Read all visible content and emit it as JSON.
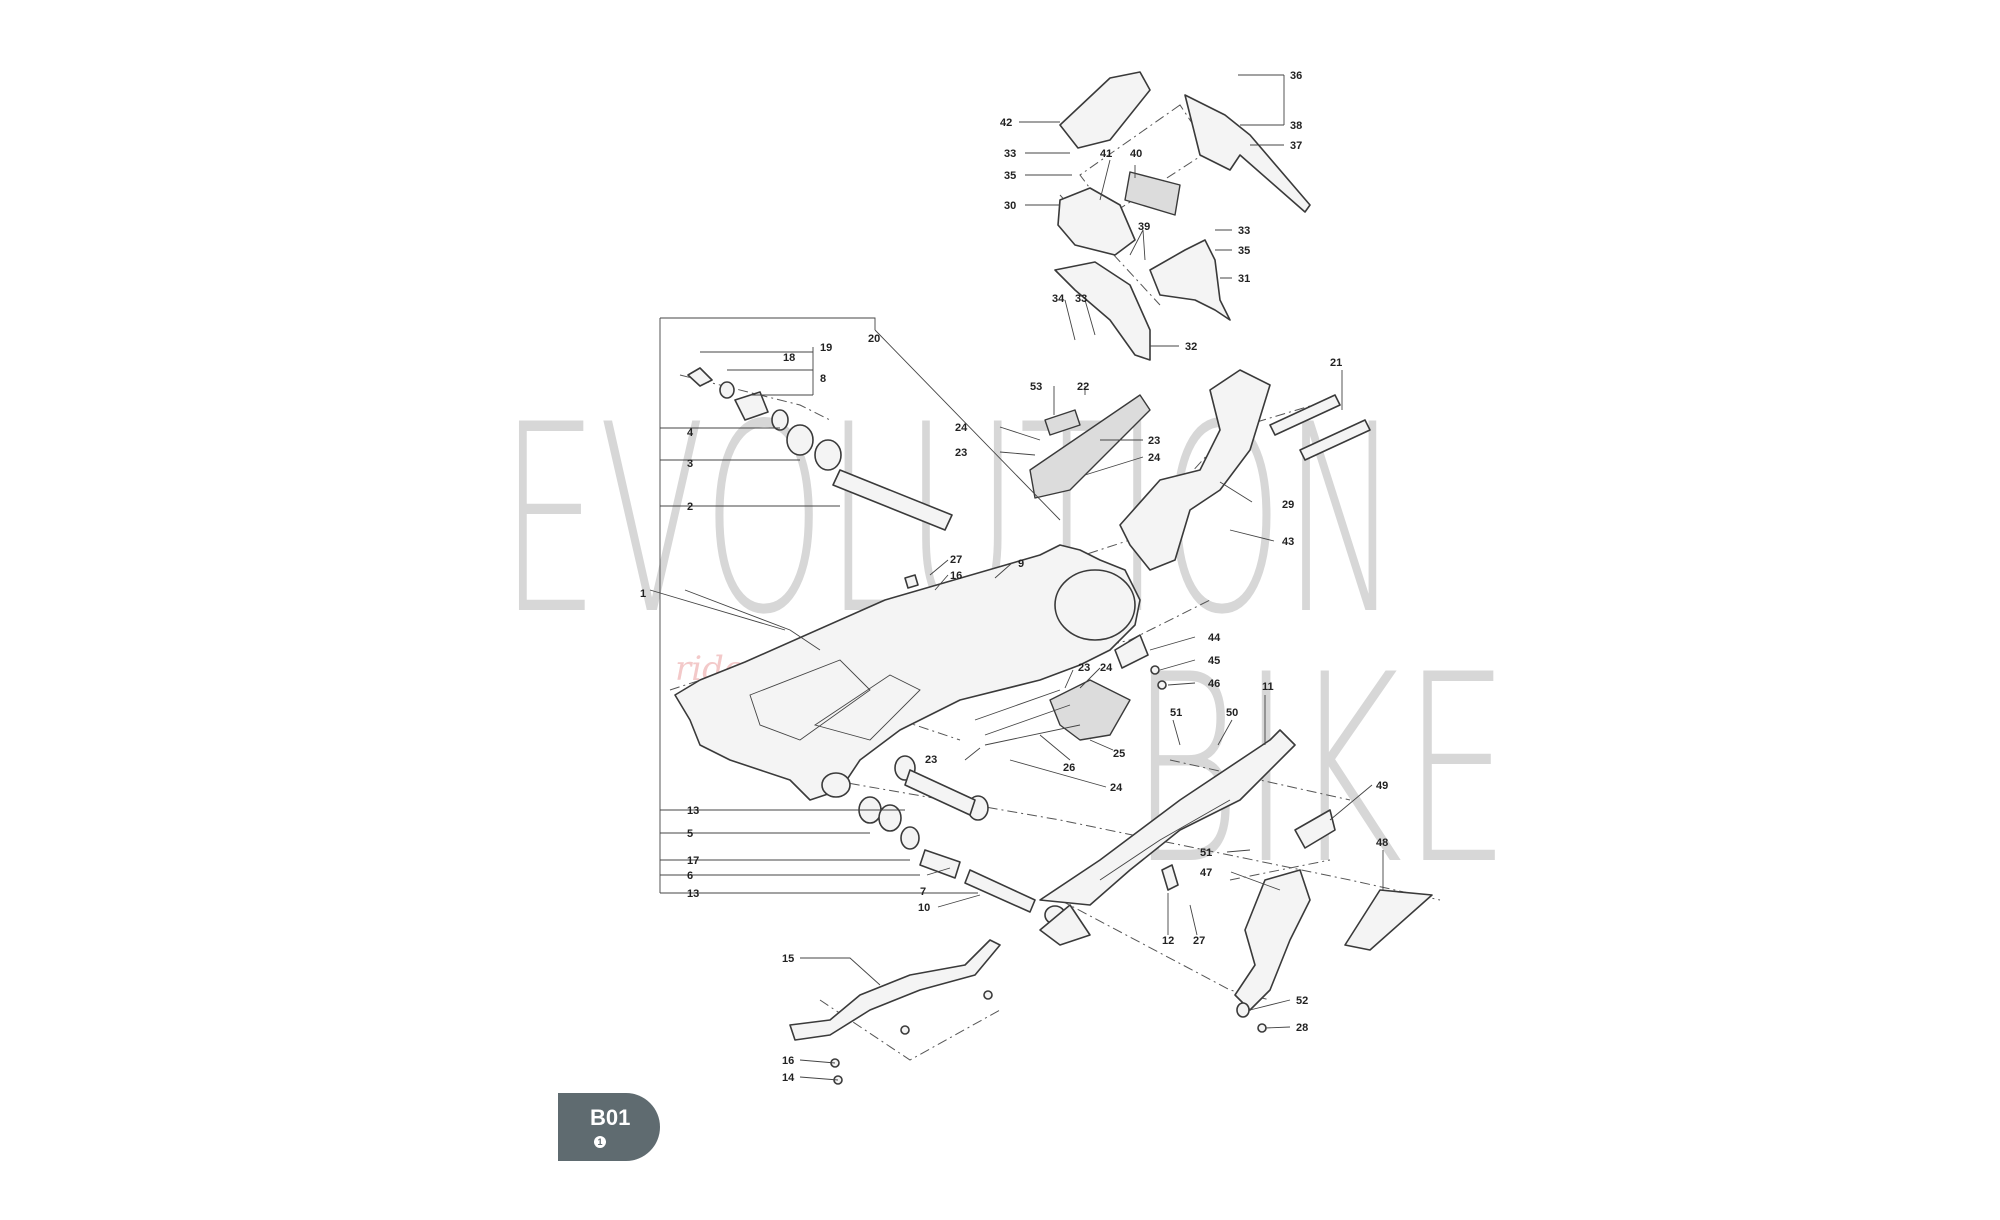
{
  "watermark": {
    "line1": "EVOLUTION",
    "line2": "BIKE",
    "tagline": "ride the passion"
  },
  "badge": {
    "code": "B01",
    "sheet": "1",
    "color": "#5f6b70"
  },
  "callouts": {
    "l36": "36",
    "l38": "38",
    "l37": "37",
    "l42": "42",
    "l33a": "33",
    "l35a": "35",
    "l41": "41",
    "l40": "40",
    "l30": "30",
    "l39": "39",
    "l33b": "33",
    "l35b": "35",
    "l31": "31",
    "l34": "34",
    "l33c": "33",
    "l32": "32",
    "l20": "20",
    "l19": "19",
    "l18": "18",
    "l8": "8",
    "l4": "4",
    "l3": "3",
    "l2": "2",
    "l53": "53",
    "l22": "22",
    "l24a": "24",
    "l23a": "23",
    "l23b": "23",
    "l24b": "24",
    "l21": "21",
    "l29": "29",
    "l43": "43",
    "l27a": "27",
    "l16a": "16",
    "l9": "9",
    "l1": "1",
    "l44": "44",
    "l45": "45",
    "l46": "46",
    "l23c": "23",
    "l24c": "24",
    "l25": "25",
    "l26": "26",
    "l23d": "23",
    "l24d": "24",
    "l51a": "51",
    "l50": "50",
    "l11": "11",
    "l49": "49",
    "l51b": "51",
    "l48": "48",
    "l13a": "13",
    "l5": "5",
    "l17": "17",
    "l6": "6",
    "l13b": "13",
    "l7": "7",
    "l10": "10",
    "l47": "47",
    "l12": "12",
    "l27b": "27",
    "l15": "15",
    "l16b": "16",
    "l14": "14",
    "l52": "52",
    "l28": "28"
  }
}
